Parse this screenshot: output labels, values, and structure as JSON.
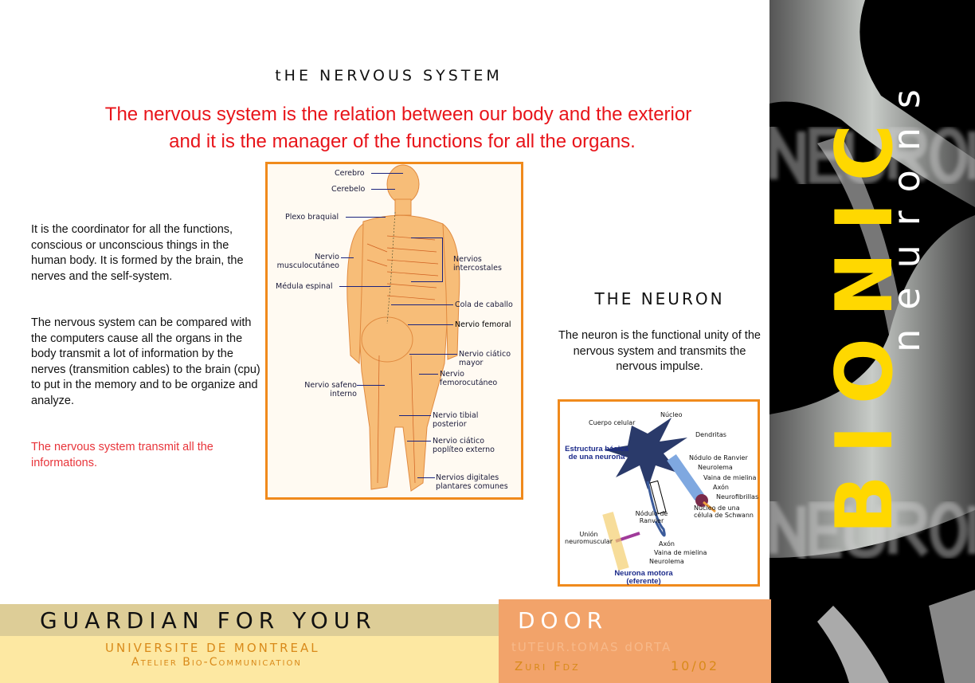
{
  "header": {
    "title": "tHE NERVOUS SYSTEM",
    "lead_line1": "The nervous system is the relation between our body and the exterior",
    "lead_line2": "and it is the manager of the functions for all the organs."
  },
  "left": {
    "p1": "It is the coordinator for all the functions, conscious or unconscious things in the human body. It is formed by the brain, the nerves and the self-system.",
    "p2": "The nervous system can be compared with the computers cause all the organs in the body transmit a lot of information by the nerves (transmition cables) to the brain (cpu) to put in the memory and to be organize and analyze.",
    "p3": "The nervous system transmit all the informations."
  },
  "body_figure": {
    "labels": [
      "Cerebro",
      "Cerebelo",
      "Plexo braquial",
      "Nervio musculocutáneo",
      "Médula espinal",
      "Nervio safeno interno",
      "Nervios intercostales",
      "Cola de caballo",
      "Nervio femoral",
      "Nervio ciático mayor",
      "Nervio femorocutáneo",
      "Nervio tibial posterior",
      "Nervio ciático poplíteo externo",
      "Nervios digitales plantares comunes"
    ]
  },
  "neuron": {
    "title": "THE NEURON",
    "text": "The neuron is the functional unity of the nervous system and transmits the nervous impulse.",
    "labels": [
      "Cuerpo celular",
      "Núcleo",
      "Dendritas",
      "Nódulo de Ranvier",
      "Neurolema",
      "Vaina de mielina",
      "Axón",
      "Neurofibrillas",
      "Núcleo de una célula de Schwann",
      "Nódulo de Ranvier",
      "Unión neuromuscular",
      "Axón",
      "Vaina de mielina",
      "Neurolema"
    ],
    "caption1": "Estructura básica de una neurona",
    "caption2": "Neurona motora (eferente)"
  },
  "side": {
    "big": "BIONIC",
    "small": "neurons",
    "ghost1": "NEURON",
    "ghost2": "NEURON",
    "accent": "#ffd800"
  },
  "footer": {
    "headline_a": "GUARDIAN FOR YOUR",
    "headline_b": "DOOR",
    "uni": "UNIVERSITE DE MONTREAL",
    "atelier": "Atelier Bio-Communication",
    "tutor": "tUTEUR.tOMAS dORTA",
    "author": "Zuri Fdz",
    "date": "10/02"
  }
}
